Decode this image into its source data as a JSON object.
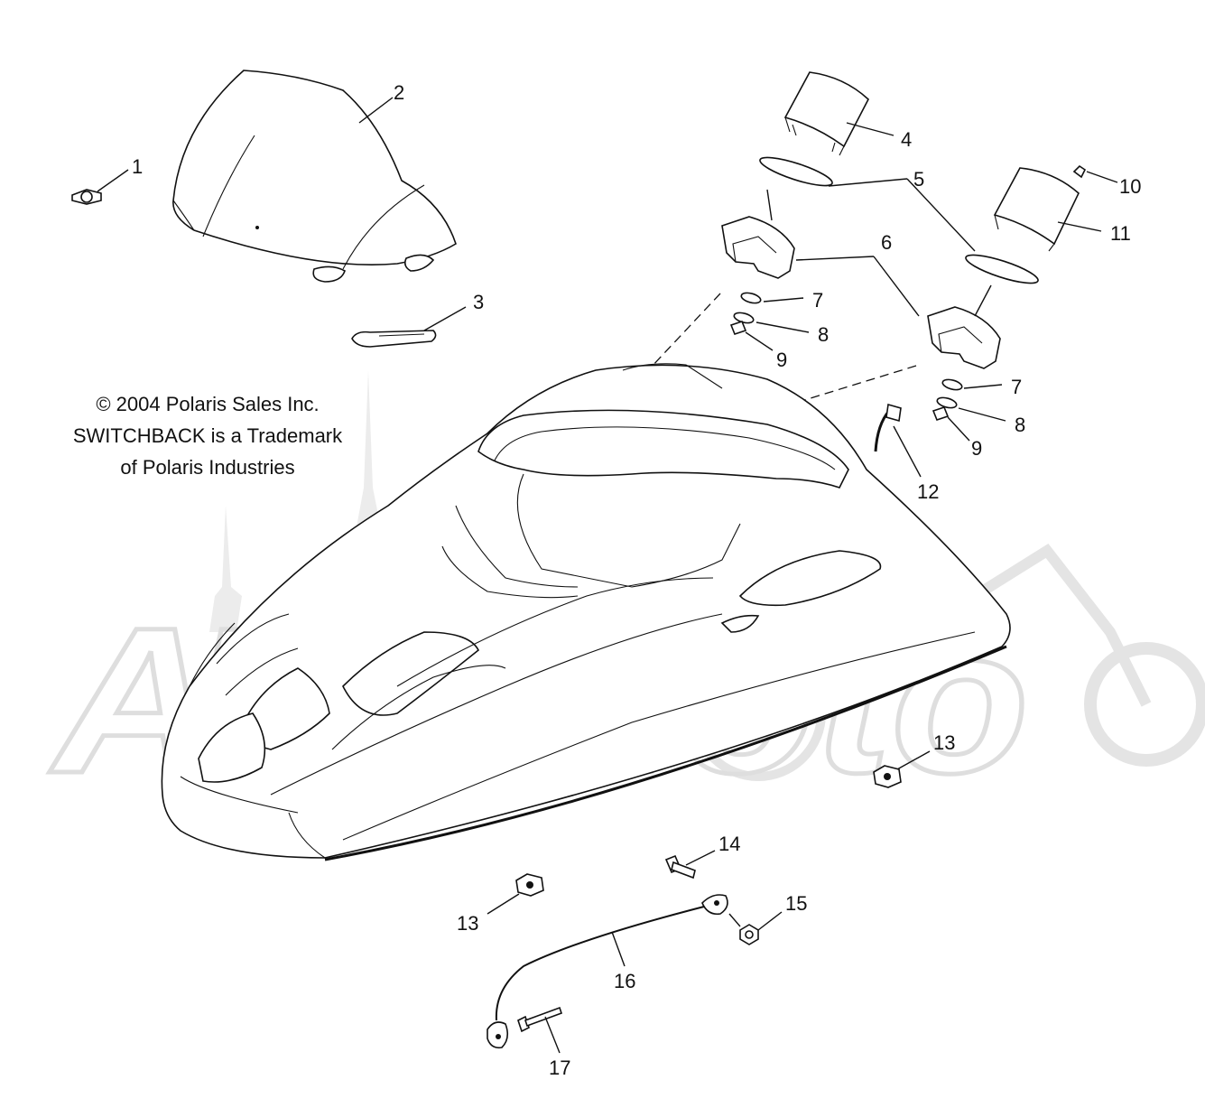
{
  "copyright": {
    "line1": "© 2004 Polaris Sales Inc.",
    "line2": "SWITCHBACK is a Trademark",
    "line3": "of Polaris Industries"
  },
  "watermark": {
    "text": "ATVMoto"
  },
  "callouts": {
    "c1": "1",
    "c2": "2",
    "c3": "3",
    "c4": "4",
    "c5": "5",
    "c6": "6",
    "c7a": "7",
    "c7b": "7",
    "c8a": "8",
    "c8b": "8",
    "c9a": "9",
    "c9b": "9",
    "c10": "10",
    "c11": "11",
    "c12": "12",
    "c13a": "13",
    "c13b": "13",
    "c14": "14",
    "c15": "15",
    "c16": "16",
    "c17": "17"
  }
}
